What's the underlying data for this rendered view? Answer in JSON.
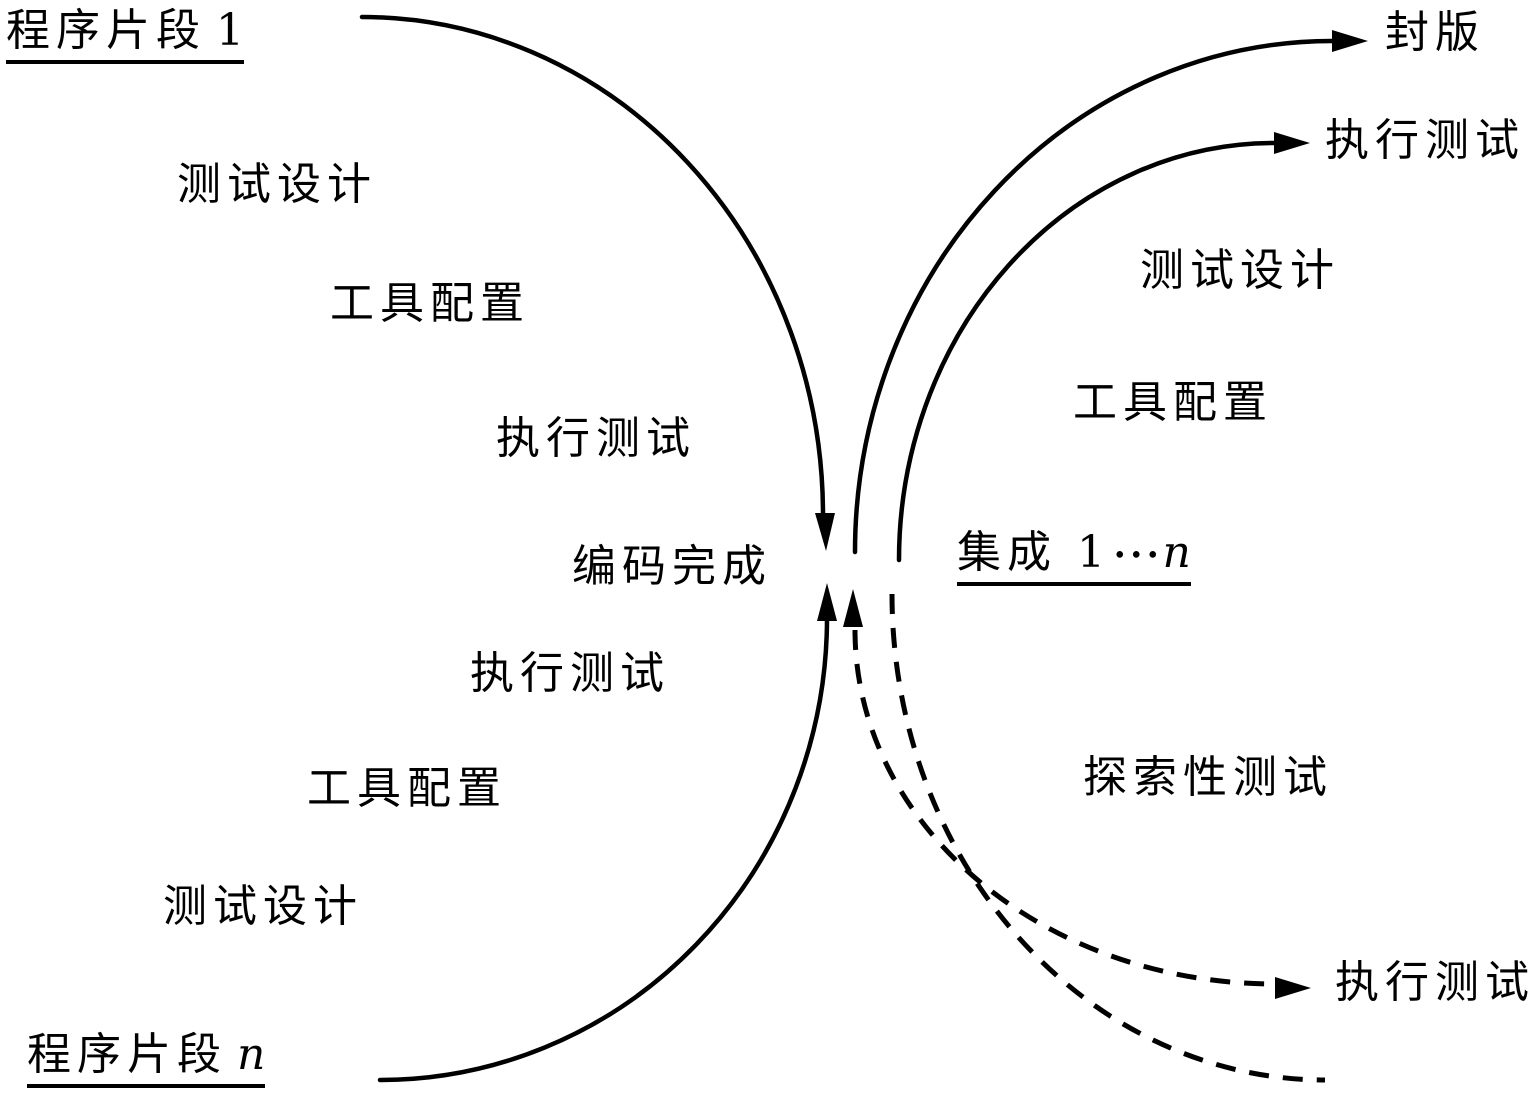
{
  "figure": {
    "background": "#ffffff",
    "ink": "#000000",
    "left": {
      "fragment_top": {
        "prefix": "程序片段",
        "index": "1"
      },
      "steps_down": [
        "测试设计",
        "工具配置",
        "执行测试"
      ],
      "coding_complete": "编码完成",
      "steps_up": [
        "执行测试",
        "工具配置",
        "测试设计"
      ],
      "fragment_bottom": {
        "prefix": "程序片段",
        "index": "n"
      }
    },
    "right": {
      "seal": "封版",
      "execute_top": "执行测试",
      "test_design": "测试设计",
      "tool_config": "工具配置",
      "integration": {
        "prefix": "集成 1",
        "dots": "•••",
        "index": "n"
      },
      "exploratory": "探索性测试",
      "execute_bottom": "执行测试"
    }
  }
}
